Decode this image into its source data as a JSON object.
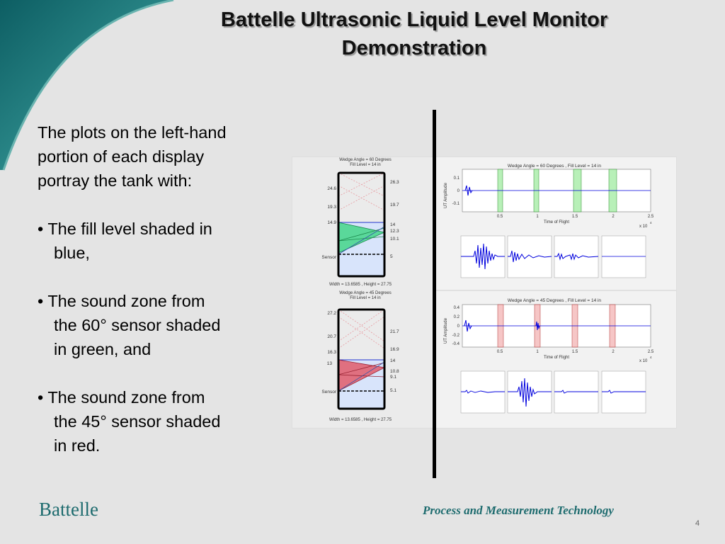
{
  "slide": {
    "title_line1": "Battelle Ultrasonic Liquid Level Monitor",
    "title_line2": "Demonstration",
    "body": {
      "intro_lines": [
        "The plots on the left-hand",
        "portion of each display",
        "portray the tank with:"
      ],
      "bullet1_lines": [
        "• The fill level shaded in",
        "blue,"
      ],
      "bullet2_lines": [
        "• The sound zone from",
        "the 60° sensor shaded",
        "in green, and"
      ],
      "bullet3_lines": [
        "• The sound zone from",
        "the 45° sensor shaded",
        "in red."
      ]
    },
    "footer_left": "Battelle",
    "footer_right": "Process and Measurement Technology",
    "page_number": "4"
  },
  "colors": {
    "teal": "#1d6b6e",
    "fill_blue": "#d8e4fb",
    "zone_green": "#5ad89a",
    "zone_red": "#e07080",
    "signal_blue": "#0000dd"
  },
  "displays": {
    "top": {
      "tank_title_line1": "Wedge Angle = 60 Degrees",
      "tank_title_line2": "Fill Level = 14 in",
      "tank_left_labels": [
        "24.6",
        "19.3",
        "14.9",
        "Sensor"
      ],
      "tank_right_labels": [
        "26.3",
        "19.7",
        "14",
        "12.3",
        "10.1",
        "5"
      ],
      "tank_caption": "Width = 13.6585 , Height = 27.75",
      "signal_title": "Wedge Angle = 60 Degrees , Fill Level = 14 in",
      "ylabel": "UT Amplitude",
      "xlabel": "Time of Flight",
      "x_ticks": [
        "0.5",
        "1",
        "1.5",
        "2",
        "2.5"
      ],
      "x_exp": "x 10",
      "x_exp_sup": "4",
      "y_ticks": [
        "0.1",
        "0",
        "-0.1"
      ]
    },
    "bottom": {
      "tank_title_line1": "Wedge Angle = 45 Degrees",
      "tank_title_line2": "Fill Level = 14 in",
      "tank_left_labels": [
        "27.2",
        "20.7",
        "16.3",
        "13",
        "Sensor"
      ],
      "tank_right_labels": [
        "21.7",
        "16.9",
        "14",
        "10.8",
        "9.1",
        "5.1"
      ],
      "tank_caption": "Width = 13.6585 , Height = 27.75",
      "signal_title": "Wedge Angle = 45 Degrees , Fill Level = 14 in",
      "ylabel": "UT Amplitude",
      "xlabel": "Time of Flight",
      "x_ticks": [
        "0.5",
        "1",
        "1.5",
        "2",
        "2.5"
      ],
      "x_exp": "x 10",
      "x_exp_sup": "4",
      "y_ticks": [
        "0.4",
        "0.2",
        "0",
        "-0.2",
        "-0.4"
      ]
    }
  }
}
